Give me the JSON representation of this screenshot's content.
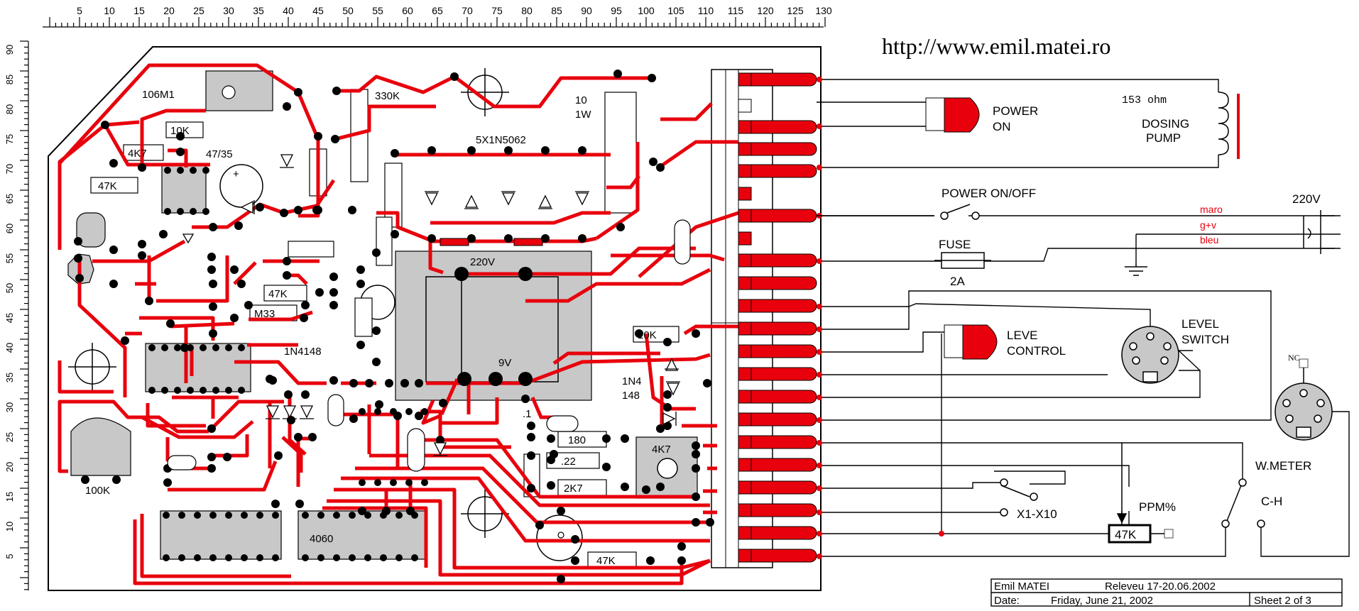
{
  "page": {
    "url": "http://www.emil.matei.ro"
  },
  "ruler": {
    "top_ticks": [
      "5",
      "10",
      "15",
      "20",
      "25",
      "30",
      "35",
      "40",
      "45",
      "50",
      "55",
      "60",
      "65",
      "70",
      "75",
      "80",
      "85",
      "90",
      "95",
      "100",
      "105",
      "110",
      "115",
      "120",
      "125",
      "130"
    ],
    "left_ticks": [
      "90",
      "85",
      "80",
      "75",
      "70",
      "65",
      "60",
      "55",
      "50",
      "45",
      "40",
      "35",
      "30",
      "25",
      "20",
      "15",
      "10",
      "5"
    ]
  },
  "components": {
    "c106m1": "106M1",
    "r10k_top": "10K",
    "r4k7_top": "4K7",
    "r47k_left": "47K",
    "cap47_35": "47/35",
    "r330k": "330K",
    "diodes_5x": "5X1N5062",
    "r10_1w_a": "10",
    "r10_1w_b": "1W",
    "transformer_220": "220V",
    "transformer_9": "9V",
    "r47k_mid": "47K",
    "rm33": "M33",
    "d1n4148": "1N4148",
    "r10k_right": "10K",
    "d1n4_a": "1N4",
    "d1n4_b": "148",
    "c_dot1": ".1",
    "r180": "180",
    "c_22": ".22",
    "r2k7": "2K7",
    "pot4k7": "4K7",
    "pot100k": "100K",
    "ic4060": "4060",
    "r47k_bottom": "47K",
    "plus_sign": "+"
  },
  "external": {
    "power_on_a": "POWER",
    "power_on_b": "ON",
    "ohm": "153 ohm",
    "dosing_a": "DOSING",
    "dosing_b": "PUMP",
    "power_switch": "POWER ON/OFF",
    "mains": "220V",
    "maro": "maro",
    "gv": "g+v",
    "bleu": "bleu",
    "fuse": "FUSE",
    "fuse_value": "2A",
    "leve_a": "LEVE",
    "leve_b": "CONTROL",
    "level_a": "LEVEL",
    "level_b": "SWITCH",
    "nc": "NC",
    "wmeter": "W.METER",
    "x1x10": "X1-X10",
    "ppm": "PPM%",
    "ppm_pot": "47K",
    "ch": "C-H"
  },
  "title_block": {
    "author": "Emil MATEI",
    "release": "Releveu 17-20.06.2002",
    "date_label": "Date:",
    "date_value": "Friday, June 21, 2002",
    "sheet": "Sheet  2   of   3"
  },
  "colors": {
    "trace": "#e8000c",
    "pad": "#e8000c",
    "part": "#c8c8c8",
    "outline": "#000000"
  }
}
